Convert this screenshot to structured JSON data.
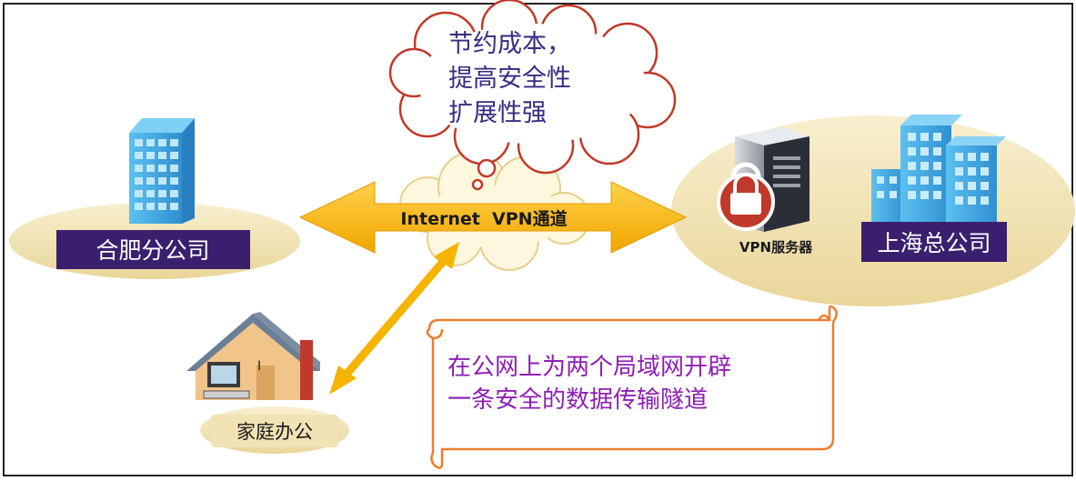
{
  "cloud_benefits": {
    "lines": [
      "节约成本，",
      "提高安全性",
      "扩展性强"
    ]
  },
  "tunnel": {
    "label": "Internet  VPN通道"
  },
  "branch_office": {
    "label": "合肥分公司"
  },
  "headquarters": {
    "label": "上海总公司",
    "server_label": "VPN服务器"
  },
  "home_office": {
    "label": "家庭办公"
  },
  "scroll_note": {
    "lines": [
      "在公网上为两个局域网开辟",
      "一条安全的数据传输隧道"
    ]
  },
  "colors": {
    "arrow": "#f5b400",
    "ellipse": "#f1e3b4",
    "label_box": "#3a1f6e",
    "cloud_stroke": "#c0392b",
    "scroll_stroke": "#ee7d31",
    "scroll_text": "#8e1fb3",
    "building": "#4aa8e0"
  }
}
